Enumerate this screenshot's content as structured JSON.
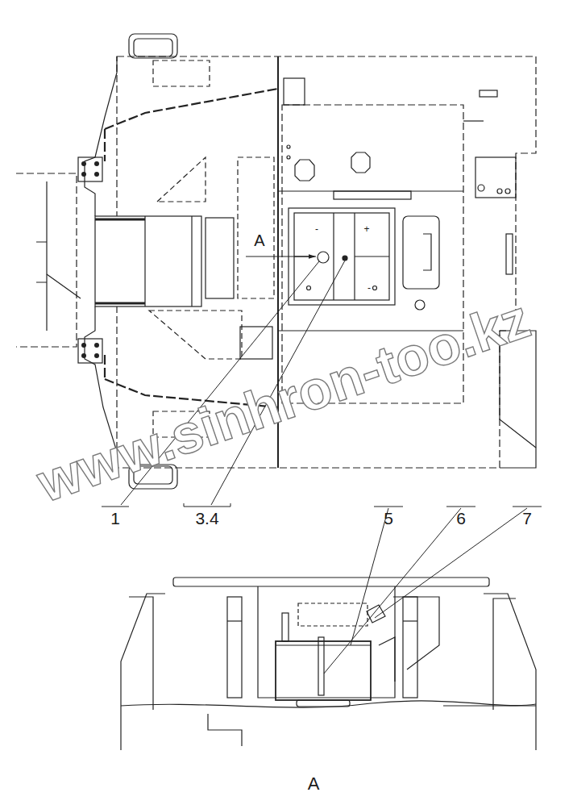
{
  "diagram": {
    "labels": [
      "A",
      "-",
      "+",
      "-",
      "1",
      "3.4",
      "5",
      "6",
      "7",
      "A",
      "www.sinhron-too.kz"
    ]
  }
}
